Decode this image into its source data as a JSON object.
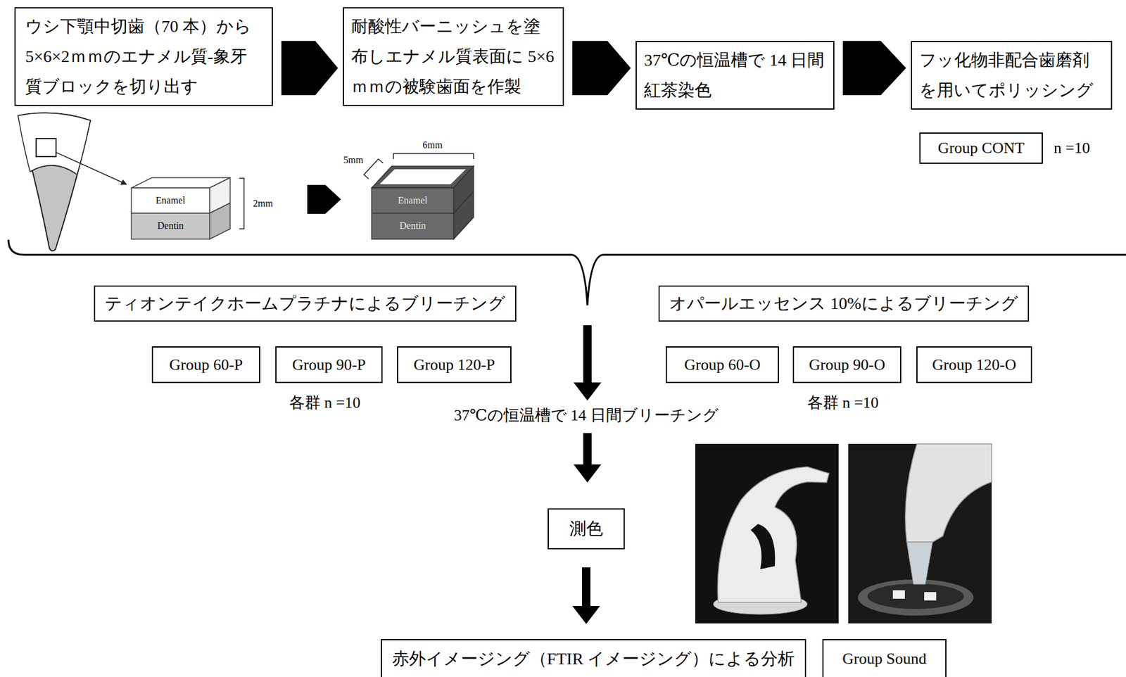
{
  "diagram": {
    "nodes": [
      {
        "text": [
          "ウシ下顎中切歯（70 本）から 5×6×2ｍｍのエナメル質-象牙 質ブロックを切り出す"
        ]
      },
      {
        "text": [
          "耐酸性バーニッシュを塗 布しエナメル質表面に 5×6 ｍｍの被験歯面を作製"
        ]
      },
      {
        "text": [
          "37℃の恒温槽で 14 日間 紅茶染色"
        ]
      },
      {
        "text": [
          "フッ化物非配合歯磨剤 を用いてポリッシング"
        ]
      },
      {
        "text": [
          "Group CONT"
        ]
      },
      {
        "text": [
          "ティオンテイクホームプラチナによるブリーチング"
        ]
      },
      {
        "text": [
          "オパールエッセンス 10%によるブリーチング"
        ]
      },
      {
        "text": [
          "Group 60-P"
        ]
      },
      {
        "text": [
          "Group 90-P"
        ]
      },
      {
        "text": [
          "Group 120-P"
        ]
      },
      {
        "text": [
          "Group 60-O"
        ]
      },
      {
        "text": [
          "Group 90-O"
        ]
      },
      {
        "text": [
          "Group 120-O"
        ]
      },
      {
        "text": [
          "測色"
        ]
      },
      {
        "text": [
          "赤外イメージング（FTIR イメージング）による分析"
        ]
      },
      {
        "text": [
          "Group Sound"
        ]
      }
    ],
    "edges": [
      {
        "from": 0,
        "to": 1,
        "arrow": "to"
      },
      {
        "from": 1,
        "to": 2,
        "arrow": "to"
      },
      {
        "from": 2,
        "to": 3,
        "arrow": "to"
      },
      {
        "from": 13,
        "to": 14,
        "arrow": "to"
      }
    ],
    "labels": [
      "n =10",
      "Enamel",
      "Dentin",
      "2mm",
      "6mm",
      "5mm",
      "Enamel",
      "Dentin",
      "各群 n =10",
      "37℃の恒温槽で 14 日間ブリーチング",
      "各群 n =10"
    ]
  }
}
